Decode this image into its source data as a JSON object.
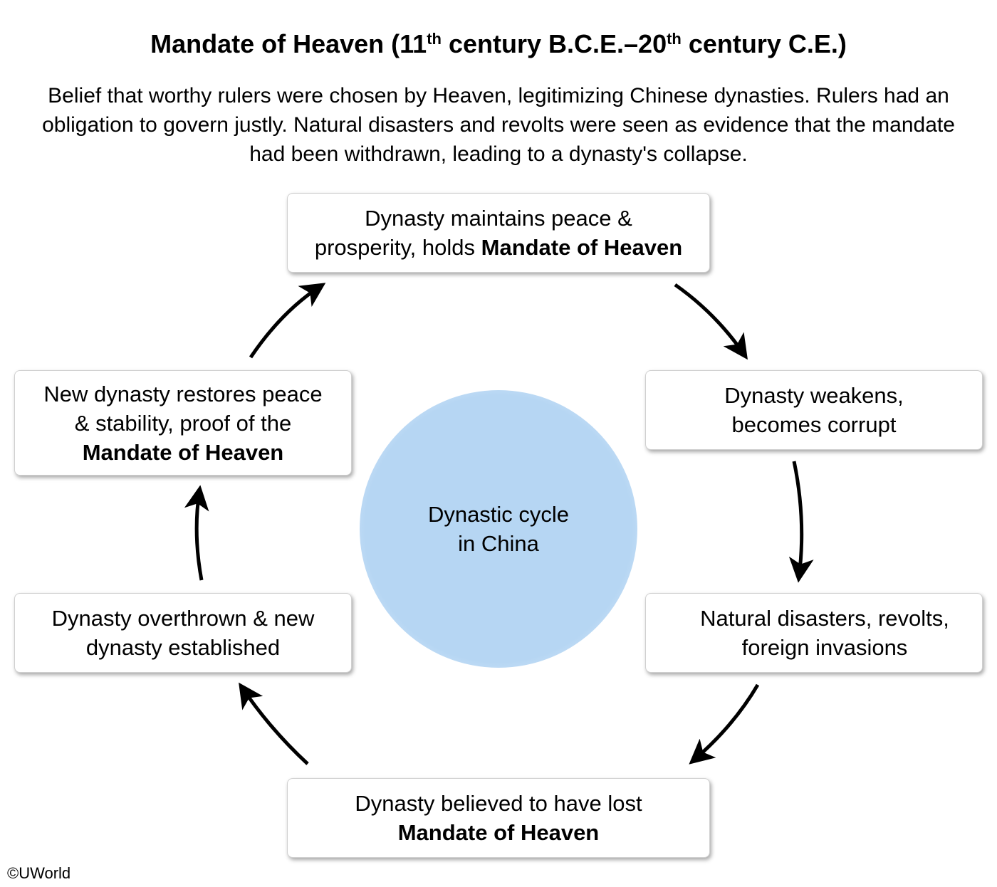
{
  "title": {
    "prefix": "Mandate of Heaven (11",
    "sup1": "th",
    "middle": " century B.C.E.–20",
    "sup2": "th",
    "suffix": " century C.E.)"
  },
  "subtitle": "Belief that worthy rulers were chosen by Heaven, legitimizing Chinese dynasties. Rulers had an obligation to govern justly. Natural disasters and revolts were seen as evidence that the mandate had been withdrawn, leading to a dynasty's collapse.",
  "center": {
    "line1": "Dynastic cycle",
    "line2": "in China",
    "color": "#b6d6f3"
  },
  "nodes": {
    "top": {
      "line1": "Dynasty maintains peace &",
      "line2_plain": "prosperity, holds ",
      "line2_bold": "Mandate of Heaven"
    },
    "right_upper": {
      "line1": "Dynasty weakens,",
      "line2": "becomes corrupt"
    },
    "right_lower": {
      "line1": "Natural disasters, revolts,",
      "line2": "foreign invasions"
    },
    "bottom": {
      "line1": "Dynasty believed to have lost",
      "line2_bold": "Mandate of Heaven"
    },
    "left_lower": {
      "line1": "Dynasty overthrown & new",
      "line2": "dynasty established"
    },
    "left_upper": {
      "line1": "New dynasty restores peace",
      "line2": "& stability, proof of the",
      "line3_bold": "Mandate of Heaven"
    }
  },
  "copyright": "©UWorld"
}
